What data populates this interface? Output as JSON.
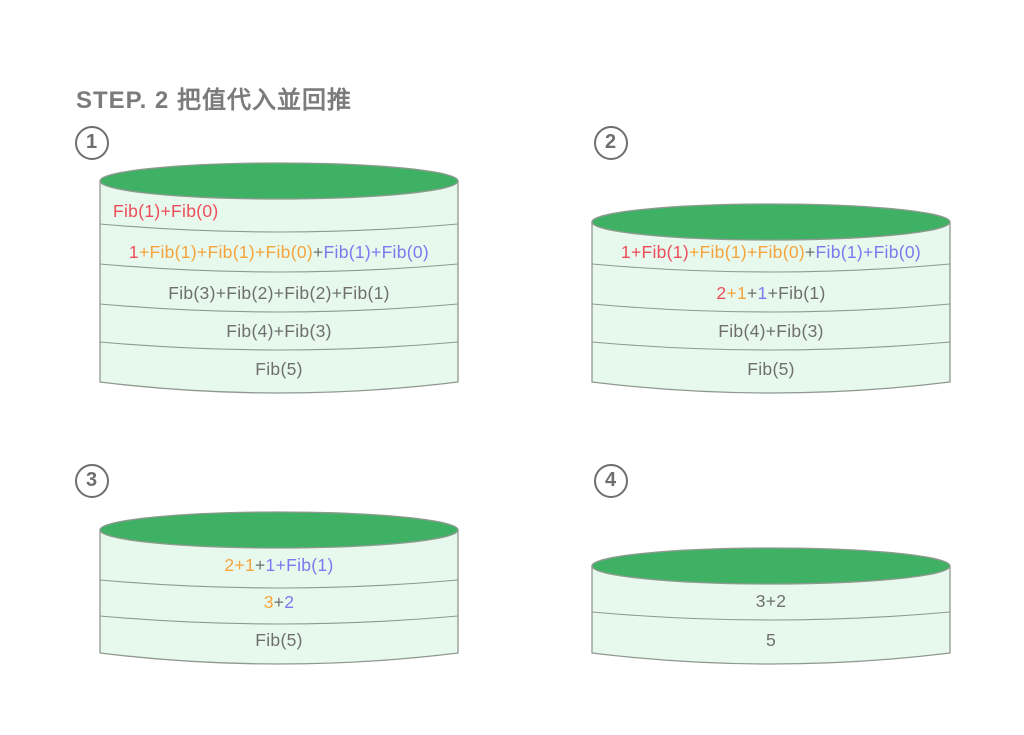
{
  "title": "STEP. 2 把值代入並回推",
  "palette": {
    "red": "#ee4d5b",
    "orange": "#f5a43c",
    "blue": "#7b79ee",
    "gray": "#6f6f6f",
    "green_top": "#3fb164",
    "body_fill": "#e7f8ed",
    "outline": "#8f998f",
    "title_gray": "#7b7b7b",
    "badge_gray": "#6e6e6e"
  },
  "stacks": [
    {
      "label": "1",
      "rows": [
        {
          "align": "left",
          "segments": [
            {
              "text": "Fib(1)+Fib(0)",
              "color": "red"
            }
          ]
        },
        {
          "align": "center",
          "segments": [
            {
              "text": "1",
              "color": "red"
            },
            {
              "text": "+Fib(1)+Fib(1)+Fib(0)",
              "color": "orange"
            },
            {
              "text": "+",
              "color": "gray"
            },
            {
              "text": "Fib(1)+Fib(0)",
              "color": "blue"
            }
          ]
        },
        {
          "align": "center",
          "segments": [
            {
              "text": "Fib(3)+Fib(2)+Fib(2)+Fib(1)",
              "color": "gray"
            }
          ]
        },
        {
          "align": "center",
          "segments": [
            {
              "text": "Fib(4)+Fib(3)",
              "color": "gray"
            }
          ]
        },
        {
          "align": "center",
          "segments": [
            {
              "text": "Fib(5)",
              "color": "gray"
            }
          ]
        }
      ]
    },
    {
      "label": "2",
      "rows": [
        {
          "align": "center",
          "segments": [
            {
              "text": "1+Fib(1)",
              "color": "red"
            },
            {
              "text": "+Fib(1)+Fib(0)",
              "color": "orange"
            },
            {
              "text": "+",
              "color": "gray"
            },
            {
              "text": "Fib(1)+Fib(0)",
              "color": "blue"
            }
          ]
        },
        {
          "align": "center",
          "segments": [
            {
              "text": "2",
              "color": "red"
            },
            {
              "text": "+1",
              "color": "orange"
            },
            {
              "text": "+",
              "color": "gray"
            },
            {
              "text": "1",
              "color": "blue"
            },
            {
              "text": "+Fib(1)",
              "color": "gray"
            }
          ]
        },
        {
          "align": "center",
          "segments": [
            {
              "text": "Fib(4)+Fib(3)",
              "color": "gray"
            }
          ]
        },
        {
          "align": "center",
          "segments": [
            {
              "text": "Fib(5)",
              "color": "gray"
            }
          ]
        }
      ]
    },
    {
      "label": "3",
      "rows": [
        {
          "align": "center",
          "segments": [
            {
              "text": "2+1",
              "color": "orange"
            },
            {
              "text": "+",
              "color": "gray"
            },
            {
              "text": "1+Fib(1)",
              "color": "blue"
            }
          ]
        },
        {
          "align": "center",
          "segments": [
            {
              "text": "3",
              "color": "orange"
            },
            {
              "text": "+",
              "color": "gray"
            },
            {
              "text": "2",
              "color": "blue"
            }
          ]
        },
        {
          "align": "center",
          "segments": [
            {
              "text": "Fib(5)",
              "color": "gray"
            }
          ]
        }
      ]
    },
    {
      "label": "4",
      "rows": [
        {
          "align": "center",
          "segments": [
            {
              "text": "3+2",
              "color": "gray"
            }
          ]
        },
        {
          "align": "center",
          "segments": [
            {
              "text": "5",
              "color": "gray"
            }
          ]
        }
      ]
    }
  ]
}
